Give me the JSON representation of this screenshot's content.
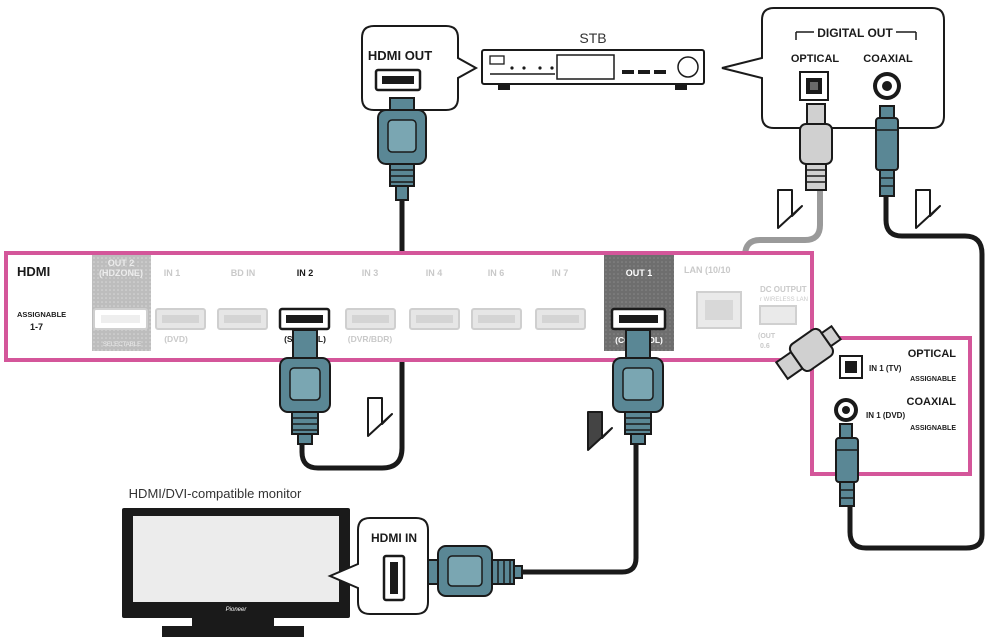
{
  "stb_label": "STB",
  "monitor_label": "HDMI/DVI-compatible monitor",
  "callouts": {
    "stb_hdmi_out": "HDMI OUT",
    "monitor_hdmi_in": "HDMI IN",
    "digital_out": "DIGITAL OUT",
    "optical": "OPTICAL",
    "coaxial": "COAXIAL"
  },
  "panel": {
    "hdmi_title": "HDMI",
    "assignable": "ASSIGNABLE",
    "assignable_range": "1-7",
    "ports": [
      {
        "label": "OUT 2",
        "sublabel": "(HDZONE)",
        "bottom": "SELECTABLE",
        "state": "disabled"
      },
      {
        "label": "IN 1",
        "sublabel": "",
        "bottom": "(DVD)",
        "state": "disabled"
      },
      {
        "label": "BD IN",
        "sublabel": "",
        "bottom": "",
        "state": "disabled"
      },
      {
        "label": "IN 2",
        "sublabel": "",
        "bottom": "(SAT/CBL)",
        "state": "active"
      },
      {
        "label": "IN 3",
        "sublabel": "",
        "bottom": "(DVR/BDR)",
        "state": "disabled"
      },
      {
        "label": "IN 4",
        "sublabel": "",
        "bottom": "",
        "state": "disabled"
      },
      {
        "label": "IN 6",
        "sublabel": "",
        "bottom": "",
        "state": "disabled"
      },
      {
        "label": "IN 7",
        "sublabel": "",
        "bottom": "",
        "state": "disabled"
      },
      {
        "label": "OUT 1",
        "sublabel": "",
        "bottom": "(CONTROL)",
        "state": "highlight"
      }
    ],
    "lan_label": "LAN (10/10",
    "dc_output": "DC OUTPUT",
    "dc_output_sub": "r WIRELESS LAN",
    "dc_out_value": "(OUT",
    "dc_out_value2": "0.6"
  },
  "audio_inputs": {
    "optical_title": "OPTICAL",
    "optical_in": "IN 1 (TV)",
    "optical_assign": "ASSIGNABLE",
    "coaxial_title": "COAXIAL",
    "coaxial_in": "IN 1 (DVD)",
    "coaxial_assign": "ASSIGNABLE"
  },
  "monitor_brand": "Pioneer",
  "colors": {
    "panel_border": "#d4569a",
    "cable": "#5a8795",
    "cable_dark": "#2b3a40",
    "optical_cable": "#c9c9c9",
    "wire": "#1a1a1a"
  }
}
